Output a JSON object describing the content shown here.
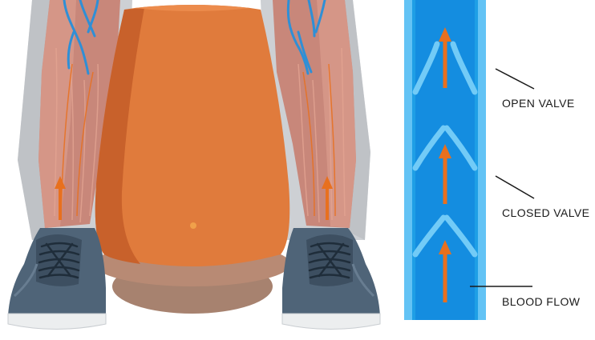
{
  "labels": {
    "open_valve": "OPEN VALVE",
    "closed_valve": "CLOSED VALVE",
    "blood_flow": "BLOOD FLOW"
  },
  "colors": {
    "pant": "#c9cbcf",
    "skin": "#c07e6e",
    "vein": "#2f8fd6",
    "arrow": "#e8701e",
    "stool": "#e07b3c",
    "stool_shadow": "#a7826f",
    "shoe": "#4f6478",
    "sole": "#eeeeee",
    "vessel": "#1e9fe6",
    "vessel_wall": "#63c3f5",
    "vessel_inner": "#148de0",
    "valve": "#72cbf7"
  },
  "icons": [
    "leg-illustration",
    "stool",
    "sneaker",
    "vein-cross-section",
    "flow-arrow"
  ]
}
